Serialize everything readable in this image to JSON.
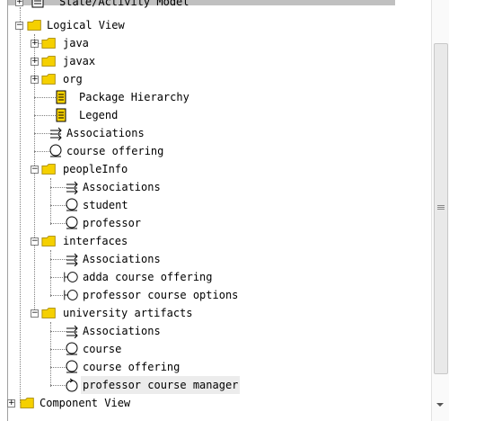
{
  "tree": {
    "items": [
      {
        "label": "State/Activity Model"
      },
      {
        "label": "Logical View"
      },
      {
        "label": "java"
      },
      {
        "label": "javax"
      },
      {
        "label": "org"
      },
      {
        "label": "Package Hierarchy"
      },
      {
        "label": "Legend"
      },
      {
        "label": "Associations"
      },
      {
        "label": "course offering"
      },
      {
        "label": "peopleInfo"
      },
      {
        "label": "Associations"
      },
      {
        "label": "student"
      },
      {
        "label": "professor"
      },
      {
        "label": "interfaces"
      },
      {
        "label": "Associations"
      },
      {
        "label": "adda course offering"
      },
      {
        "label": "professor course options"
      },
      {
        "label": "university artifacts"
      },
      {
        "label": "Associations"
      },
      {
        "label": "course"
      },
      {
        "label": "course offering"
      },
      {
        "label": "professor course manager"
      },
      {
        "label": "Component View"
      }
    ]
  },
  "colors": {
    "folder": "#f5d000",
    "folder_dark": "#a88900",
    "diagram": "#ffd600"
  }
}
